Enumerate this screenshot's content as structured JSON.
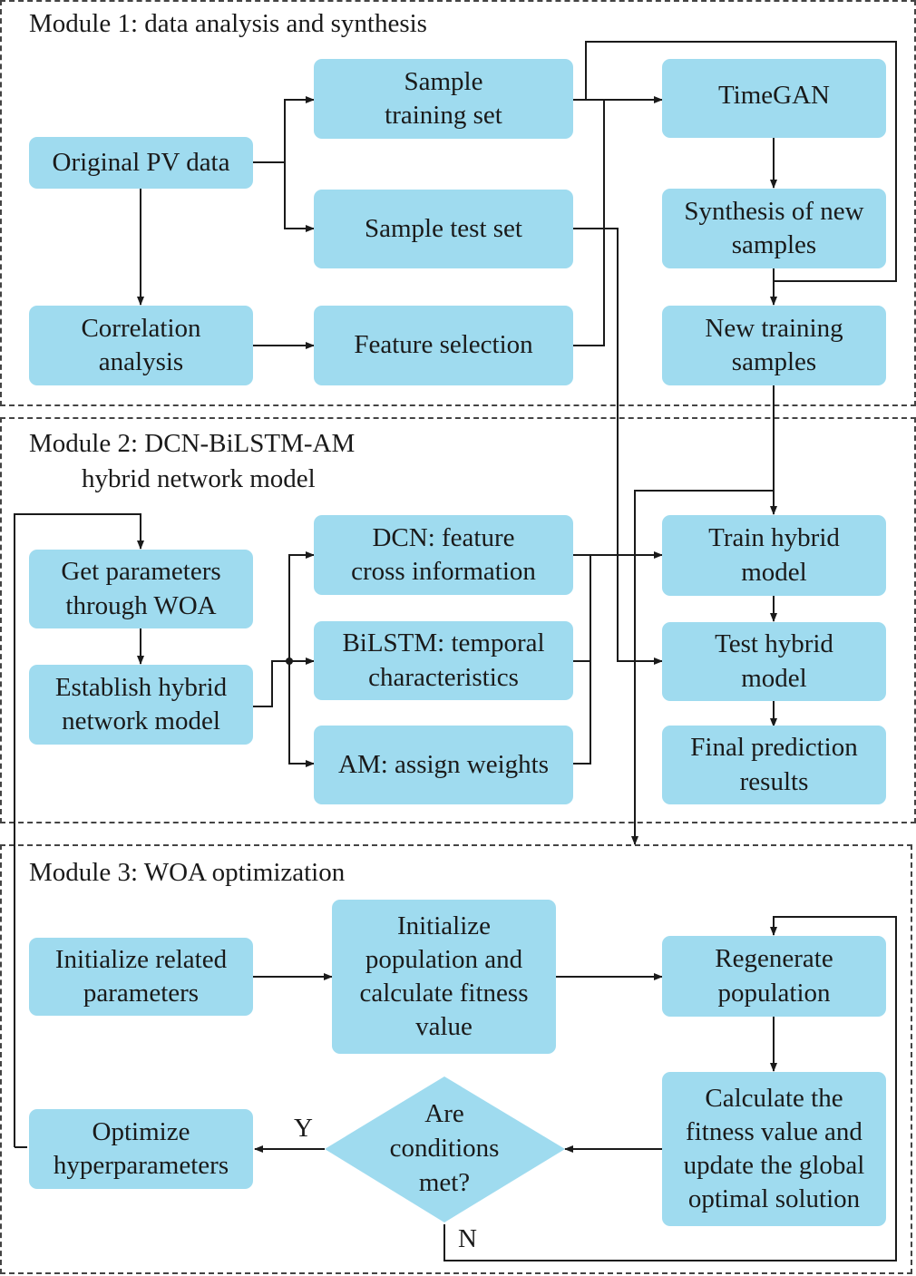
{
  "modules": {
    "m1": {
      "title": "Module 1: data analysis and synthesis"
    },
    "m2": {
      "title_line1": "Module 2: DCN-BiLSTM-AM",
      "title_line2": "hybrid network model"
    },
    "m3": {
      "title": "Module 3: WOA optimization"
    }
  },
  "nodes": {
    "original_pv": "Original PV data",
    "sample_train_1": "Sample",
    "sample_train_2": "training set",
    "sample_test": "Sample test set",
    "correlation_1": "Correlation",
    "correlation_2": "analysis",
    "feature_sel": "Feature selection",
    "timegan": "TimeGAN",
    "synthesis_1": "Synthesis of new",
    "synthesis_2": "samples",
    "new_train_1": "New training",
    "new_train_2": "samples",
    "get_params_1": "Get parameters",
    "get_params_2": "through WOA",
    "establish_1": "Establish hybrid",
    "establish_2": "network model",
    "dcn_1": "DCN: feature",
    "dcn_2": "cross information",
    "bilstm_1": "BiLSTM: temporal",
    "bilstm_2": "characteristics",
    "am": "AM: assign weights",
    "train_1": "Train hybrid",
    "train_2": "model",
    "test_1": "Test hybrid",
    "test_2": "model",
    "final_1": "Final prediction",
    "final_2": "results",
    "init_params_1": "Initialize related",
    "init_params_2": "parameters",
    "init_pop_1": "Initialize",
    "init_pop_2": "population and",
    "init_pop_3": "calculate fitness",
    "init_pop_4": "value",
    "regen_1": "Regenerate",
    "regen_2": "population",
    "calc_1": "Calculate the",
    "calc_2": "fitness value and",
    "calc_3": "update the global",
    "calc_4": "optimal solution",
    "cond_1": "Are",
    "cond_2": "conditions",
    "cond_3": "met?",
    "optimize_1": "Optimize",
    "optimize_2": "hyperparameters"
  },
  "edge_labels": {
    "yes": "Y",
    "no": "N"
  },
  "colors": {
    "box_fill": "#9fdbef",
    "line": "#1a1a1a",
    "dash": "#444444"
  }
}
